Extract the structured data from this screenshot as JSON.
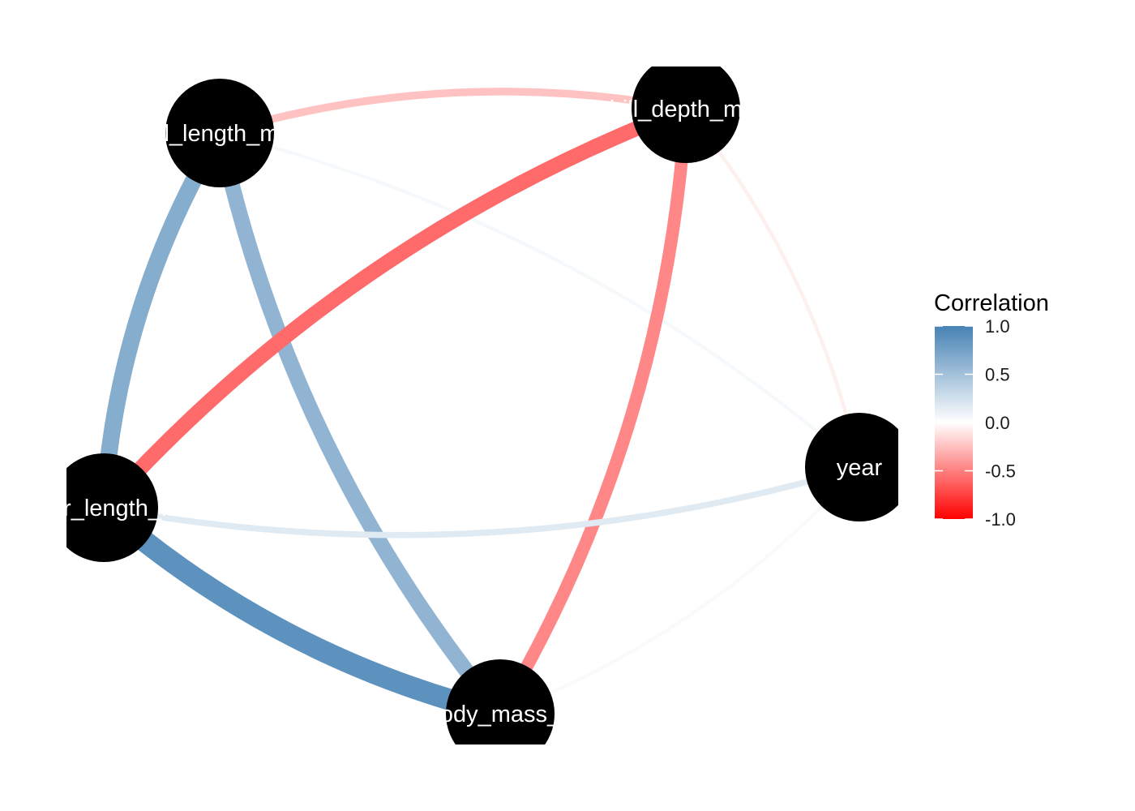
{
  "chart_data": {
    "type": "network",
    "title": "",
    "nodes": [
      {
        "id": "bill_length_mm",
        "label": "bill_length_mm"
      },
      {
        "id": "bill_depth_mm",
        "label": "bill_depth_mm"
      },
      {
        "id": "year",
        "label": "year"
      },
      {
        "id": "body_mass_g",
        "label": "body_mass_g"
      },
      {
        "id": "flipper_length_mm",
        "label": "flipper_length_mm"
      }
    ],
    "edges": [
      {
        "source": "bill_length_mm",
        "target": "bill_depth_mm",
        "correlation": -0.24
      },
      {
        "source": "bill_length_mm",
        "target": "year",
        "correlation": 0.05
      },
      {
        "source": "bill_length_mm",
        "target": "body_mass_g",
        "correlation": 0.6
      },
      {
        "source": "bill_length_mm",
        "target": "flipper_length_mm",
        "correlation": 0.66
      },
      {
        "source": "bill_depth_mm",
        "target": "year",
        "correlation": -0.06
      },
      {
        "source": "bill_depth_mm",
        "target": "body_mass_g",
        "correlation": -0.47
      },
      {
        "source": "bill_depth_mm",
        "target": "flipper_length_mm",
        "correlation": -0.58
      },
      {
        "source": "year",
        "target": "body_mass_g",
        "correlation": 0.04
      },
      {
        "source": "year",
        "target": "flipper_length_mm",
        "correlation": 0.17
      },
      {
        "source": "body_mass_g",
        "target": "flipper_length_mm",
        "correlation": 0.87
      }
    ],
    "legend": {
      "title": "Correlation",
      "ticks": [
        "1.0",
        "0.5",
        "0.0",
        "-0.5",
        "-1.0"
      ],
      "tick_values": [
        1.0,
        0.5,
        0.0,
        -0.5,
        -1.0
      ],
      "position": "right",
      "colors": {
        "high": "#4682b4",
        "mid": "#ffffff",
        "low": "#ff0000"
      }
    }
  }
}
